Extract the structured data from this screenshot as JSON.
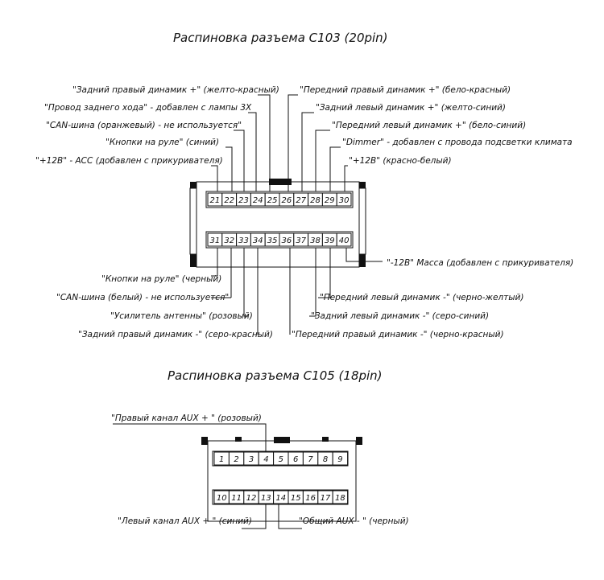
{
  "c103": {
    "title": "Распиновка разъема С103 (20pin)",
    "top_pins": [
      "21",
      "22",
      "23",
      "24",
      "25",
      "26",
      "27",
      "28",
      "29",
      "30"
    ],
    "bottom_pins": [
      "31",
      "32",
      "33",
      "34",
      "35",
      "36",
      "37",
      "38",
      "39",
      "40"
    ],
    "labels": {
      "l1": "\"Задний правый динамик +\" (желто-красный)",
      "l2": "\"Провод заднего хода\" - добавлен с лампы 3Х",
      "l3": "\"CAN-шина (оранжевый) - не используется\"",
      "l4": "\"Кнопки на руле\" (синий)",
      "l5": "\"+12В\" - АСС (добавлен с прикуривателя)",
      "r1": "\"Передний правый динамик +\" (бело-красный)",
      "r2": "\"Задний левый динамик +\" (желто-синий)",
      "r3": "\"Передний левый динамик +\" (бело-синий)",
      "r4": "\"Dimmer\" - добавлен с провода подсветки климата",
      "r5": "\"+12В\" (красно-белый)",
      "bl1": "\"Кнопки на руле\" (черный)",
      "bl2": "\"CAN-шина (белый) - не используется\"",
      "bl3": "\"Усилитель антенны\" (розовый)",
      "bl4": "\"Задний правый динамик -\" (серо-красный)",
      "br0": "\"-12В\" Масса (добавлен с прикуривателя)",
      "br1": "\"Передний левый динамик -\" (черно-желтый)",
      "br2": "\"Задний левый динамик -\" (серо-синий)",
      "br3": "\"Передний правый динамик -\" (черно-красный)"
    }
  },
  "c105": {
    "title": "Распиновка разъема С105 (18pin)",
    "top_pins": [
      "1",
      "2",
      "3",
      "4",
      "5",
      "6",
      "7",
      "8",
      "9"
    ],
    "bottom_pins": [
      "10",
      "11",
      "12",
      "13",
      "14",
      "15",
      "16",
      "17",
      "18"
    ],
    "labels": {
      "aux_right": "\"Правый канал AUX + \" (розовый)",
      "aux_left": "\"Левый канал AUX + \" (синий)",
      "aux_common": "\"Общий AUX - \" (черный)"
    }
  }
}
